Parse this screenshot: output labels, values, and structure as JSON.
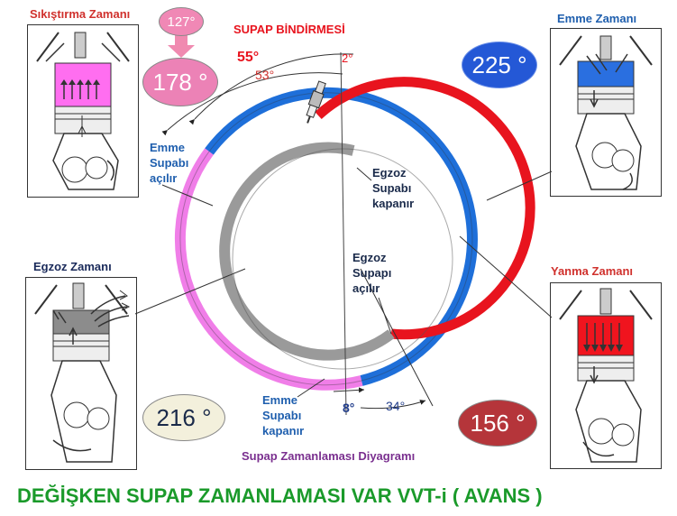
{
  "stroke_labels": {
    "compression": "Sıkıştırma Zamanı",
    "intake": "Emme Zamanı",
    "exhaust": "Egzoz Zamanı",
    "power": "Yanma Zamanı"
  },
  "overlap_title": "SUPAP BİNDİRMESİ",
  "angles": {
    "a127": "127°",
    "a178": "178 °",
    "a225": "225 °",
    "a216": "216 °",
    "a156": "156 °",
    "a55": "55°",
    "a53": "53°",
    "a2": "2°",
    "a8": "8°",
    "a34": "34°"
  },
  "events": {
    "intake_open": [
      "Emme",
      "Supabı",
      "açılır"
    ],
    "exhaust_close": [
      "Egzoz",
      "Supabı",
      "kapanır"
    ],
    "exhaust_open": [
      "Egzoz",
      "Supapı",
      "açılır"
    ],
    "intake_close": [
      "Emme",
      "Supabı",
      "kapanır"
    ]
  },
  "diagram_caption": "Supap Zamanlaması Diyagramı",
  "main_title": "DEĞİŞKEN SUPAP ZAMANLAMASI VAR VVT-i  ( AVANS )",
  "colors": {
    "intake_ring": "#1e6fd9",
    "power_ring": "#e8141e",
    "compression_ring": "#f07ee8",
    "exhaust_ring": "#9a9a9a",
    "title_green": "#1a9a2a",
    "label_red": "#d0312d",
    "label_blue": "#1f5fae"
  }
}
